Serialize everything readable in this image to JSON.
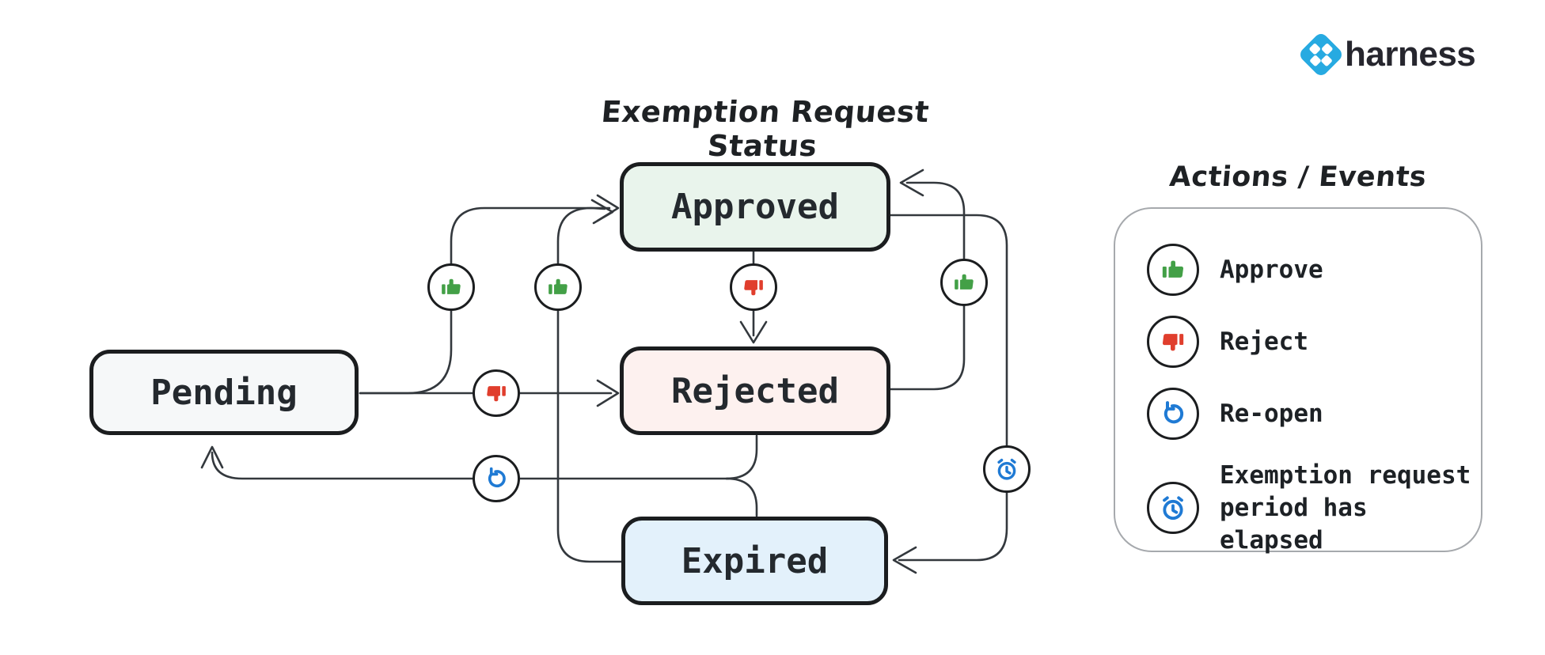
{
  "brand": {
    "name": "harness",
    "logo_color": "#27aae1"
  },
  "title": "Exemption Request Status",
  "states": {
    "pending": "Pending",
    "approved": "Approved",
    "rejected": "Rejected",
    "expired": "Expired"
  },
  "state_colors": {
    "pending": "#f6f8f9",
    "approved": "#e9f4ec",
    "rejected": "#fdf1ef",
    "expired": "#e3f1fb"
  },
  "edges": [
    {
      "from": "Pending",
      "to": "Approved",
      "action": "Approve"
    },
    {
      "from": "Pending",
      "to": "Rejected",
      "action": "Reject"
    },
    {
      "from": "Approved",
      "to": "Rejected",
      "action": "Reject"
    },
    {
      "from": "Rejected",
      "to": "Approved",
      "action": "Approve"
    },
    {
      "from": "Expired",
      "to": "Approved",
      "action": "Approve"
    },
    {
      "from": "Approved",
      "to": "Expired",
      "action": "Exemption request period has elapsed"
    },
    {
      "from": "Rejected",
      "to": "Pending",
      "action": "Re-open"
    },
    {
      "from": "Expired",
      "to": "Pending",
      "action": "Re-open"
    }
  ],
  "legend": {
    "title": "Actions / Events",
    "items": [
      {
        "icon": "thumbs-up-icon",
        "label": "Approve"
      },
      {
        "icon": "thumbs-down-icon",
        "label": "Reject"
      },
      {
        "icon": "counterclockwise-arrow-icon",
        "label": "Re-open"
      },
      {
        "icon": "alarm-clock-icon",
        "label": "Exemption request period has elapsed"
      }
    ]
  },
  "colors": {
    "approve": "#43a047",
    "reject": "#e03e2d",
    "event": "#1f7ad4",
    "line": "#33383d"
  }
}
